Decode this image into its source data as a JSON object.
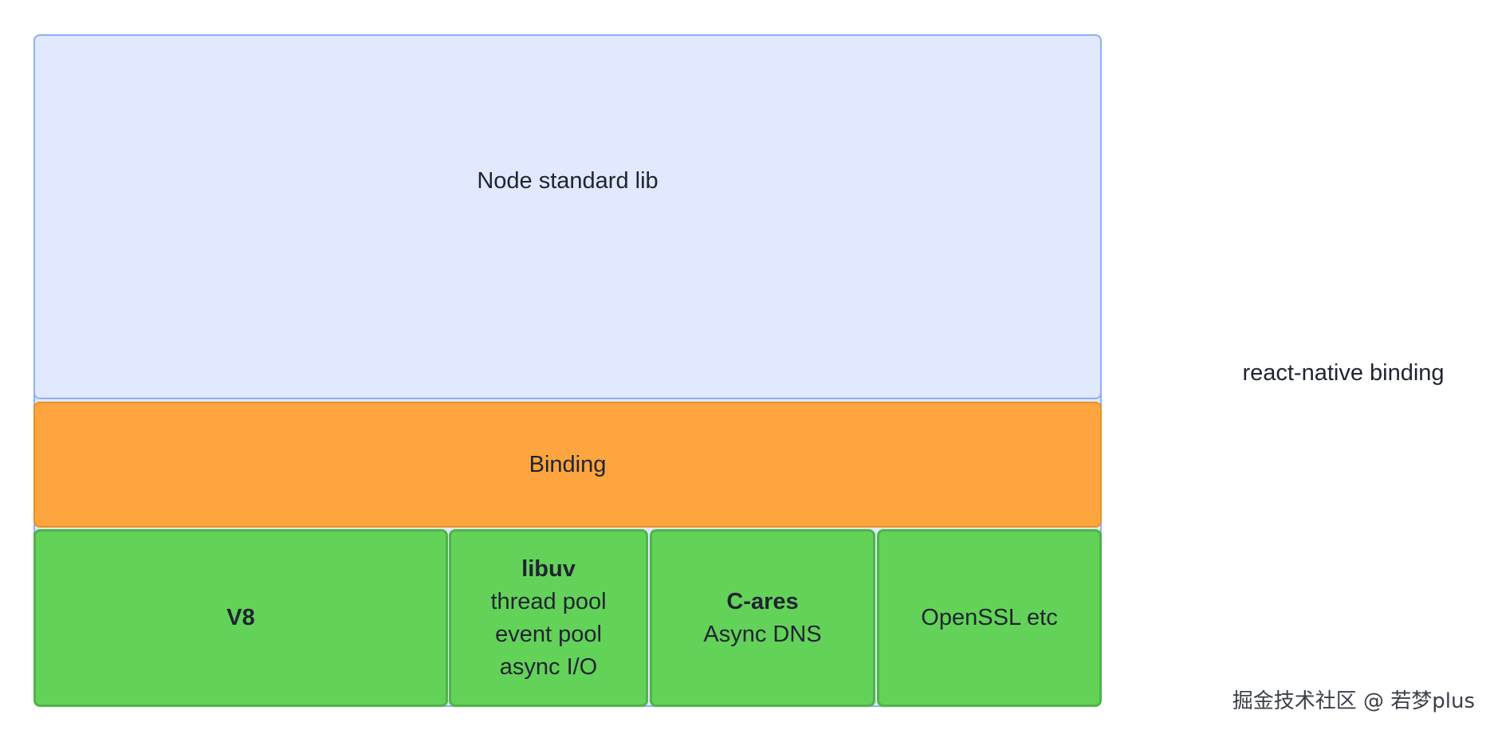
{
  "layers": {
    "stdlib": "Node standard lib",
    "binding": "Binding",
    "v8": "V8",
    "libuv": {
      "title": "libuv",
      "lines": [
        "thread pool",
        "event pool",
        "async I/O"
      ]
    },
    "cares": {
      "title": "C-ares",
      "lines": [
        "Async DNS"
      ]
    },
    "openssl": "OpenSSL etc"
  },
  "side_label": "react-native binding",
  "credit": "掘金技术社区 @ 若梦plus",
  "colors": {
    "stdlib_fill": "#e0e9fd",
    "stdlib_border": "#90b0f4",
    "binding_fill": "#fea53f",
    "deps_fill": "#63d259"
  }
}
